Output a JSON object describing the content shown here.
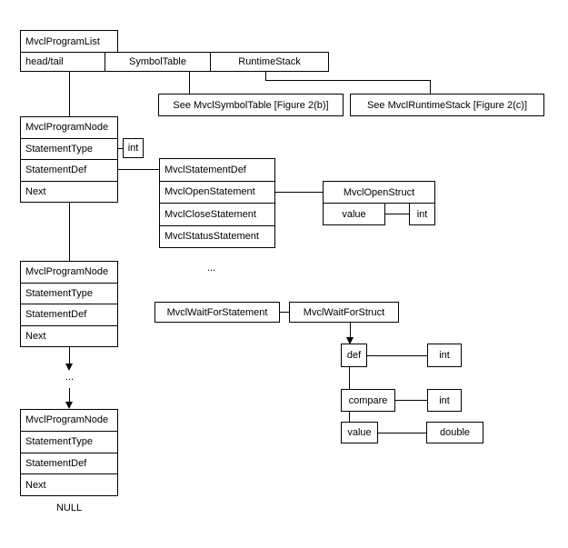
{
  "colors": {
    "line": "#000000",
    "background": "#ffffff",
    "text": "#000000"
  },
  "program_list": {
    "title": "MvclProgramList",
    "cells": {
      "head_tail": "head/tail",
      "symbol_table": "SymbolTable",
      "runtime_stack": "RuntimeStack"
    }
  },
  "references": {
    "symbol_table": "See MvclSymbolTable [Figure 2(b)]",
    "runtime_stack": "See MvclRuntimeStack [Figure 2(c)]"
  },
  "program_node": {
    "title": "MvclProgramNode",
    "fields": [
      "StatementType",
      "StatementDef",
      "Next"
    ],
    "statement_type_type": "int"
  },
  "statement_def": {
    "title": "MvclStatementDef",
    "variants": [
      "MvclOpenStatement",
      "MvclCloseStatement",
      "MvclStatusStatement"
    ]
  },
  "open_struct": {
    "title": "MvclOpenStruct",
    "field": "value",
    "field_type": "int"
  },
  "wait_for": {
    "statement": "MvclWaitForStatement",
    "struct": "MvclWaitForStruct",
    "fields": [
      {
        "name": "def",
        "type": "int"
      },
      {
        "name": "compare",
        "type": "int"
      },
      {
        "name": "value",
        "type": "double"
      }
    ]
  },
  "ellipsis": "...",
  "null_label": "NULL"
}
